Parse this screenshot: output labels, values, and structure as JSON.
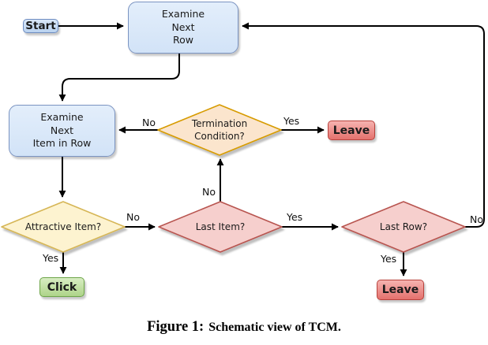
{
  "diagram": {
    "nodes": {
      "start": {
        "label": "Start"
      },
      "examine_next_row": {
        "label": "Examine\nNext\nRow"
      },
      "examine_next_item": {
        "label": "Examine\nNext\nItem in Row"
      },
      "termination": {
        "label": "Termination\nCondition?"
      },
      "attractive": {
        "label": "Attractive Item?"
      },
      "last_item": {
        "label": "Last Item?"
      },
      "last_row": {
        "label": "Last Row?"
      },
      "leave_top": {
        "label": "Leave"
      },
      "click": {
        "label": "Click"
      },
      "leave_bottom": {
        "label": "Leave"
      }
    },
    "edge_labels": {
      "termination_no": "No",
      "termination_yes": "Yes",
      "attractive_no": "No",
      "attractive_yes": "Yes",
      "last_item_no": "No",
      "last_item_yes": "Yes",
      "last_row_yes": "Yes",
      "last_row_no": "No"
    },
    "colors": {
      "process_fill": "#d9e7f8",
      "process_border": "#7a93c1",
      "termination_fill": "#fbe5cd",
      "termination_border": "#d79b00",
      "attractive_fill": "#fdf3d0",
      "attractive_border": "#d6b656",
      "decision_red_fill": "#f6cfcd",
      "decision_red_border": "#b85450",
      "leave_fill": "#ec8f8c",
      "leave_border": "#b8423c",
      "click_fill": "#bcdfa2",
      "click_border": "#6da548",
      "wire": "#000000"
    }
  },
  "caption": {
    "prefix": "Figure 1:",
    "text": "Schematic view of TCM."
  }
}
